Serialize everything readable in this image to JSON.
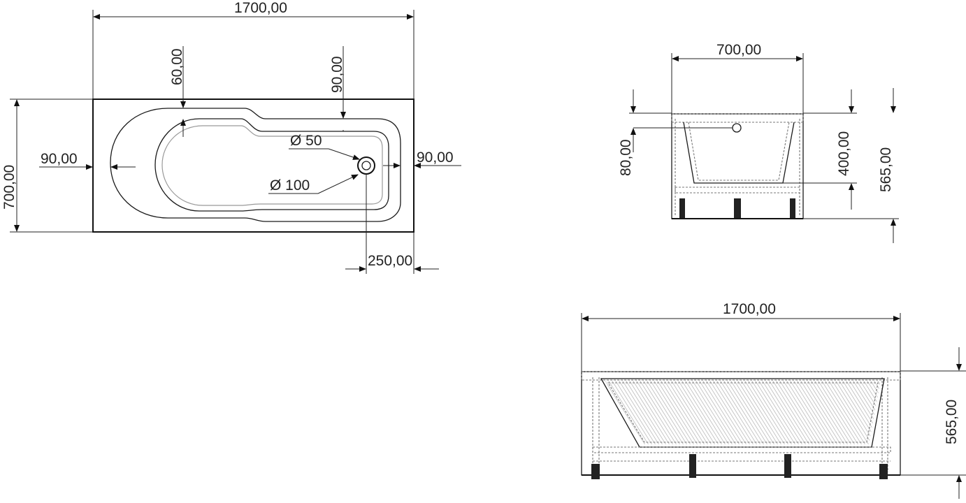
{
  "top_view": {
    "overall_length": "1700,00",
    "overall_width": "700,00",
    "rim_head": "60,00",
    "rim_side": "90,00",
    "rim_left": "90,00",
    "rim_right": "90,00",
    "drain_diameter": "Ø 50",
    "outlet_diameter": "Ø 100",
    "drain_offset": "250,00"
  },
  "side_view": {
    "width": "700,00",
    "rim_height": "80,00",
    "inner_depth": "400,00",
    "total_height": "565,00"
  },
  "front_view": {
    "length": "1700,00",
    "total_height": "565,00"
  }
}
